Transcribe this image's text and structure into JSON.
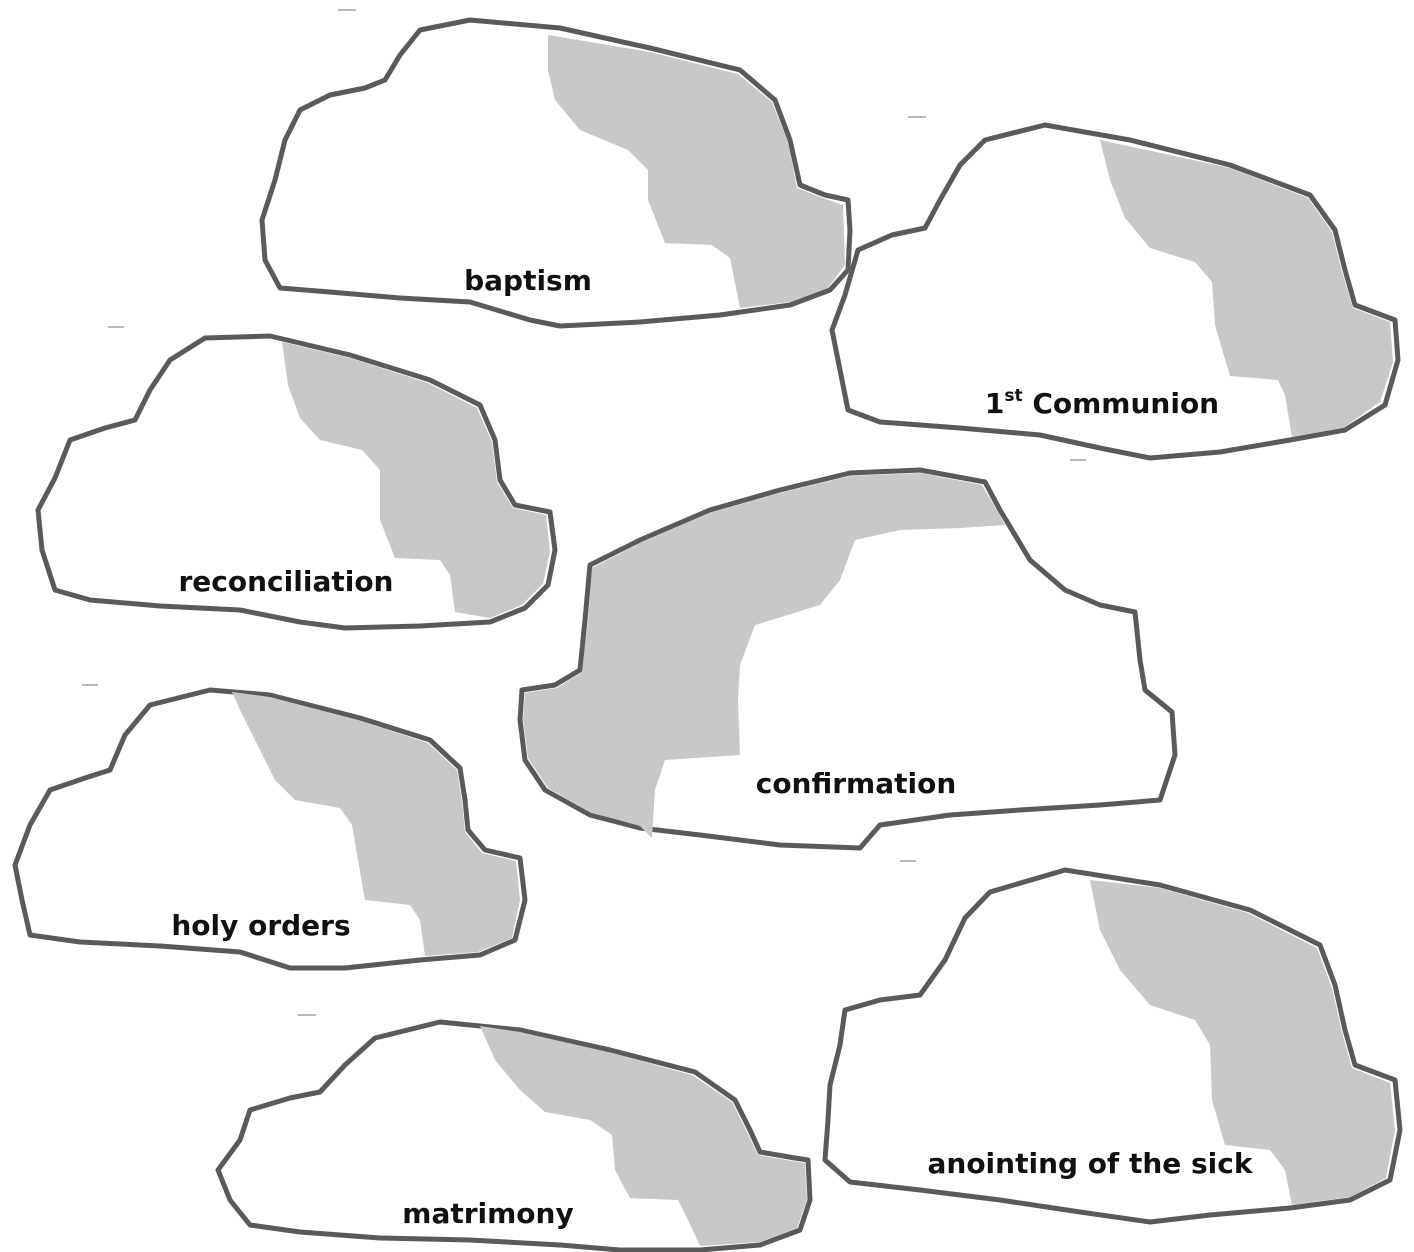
{
  "stones": [
    {
      "id": "baptism",
      "label": "baptism"
    },
    {
      "id": "first-communion",
      "label_prefix": "1",
      "label_sup": "st",
      "label": " Communion"
    },
    {
      "id": "reconciliation",
      "label": "reconciliation"
    },
    {
      "id": "confirmation",
      "label": "confirmation"
    },
    {
      "id": "holy-orders",
      "label": "holy orders"
    },
    {
      "id": "matrimony",
      "label": "matrimony"
    },
    {
      "id": "anointing-of-the-sick",
      "label": "anointing of the sick"
    }
  ],
  "colors": {
    "outline": "#5a5a5a",
    "shade": "#c8c8c8",
    "fill": "#ffffff",
    "text": "#111111"
  }
}
